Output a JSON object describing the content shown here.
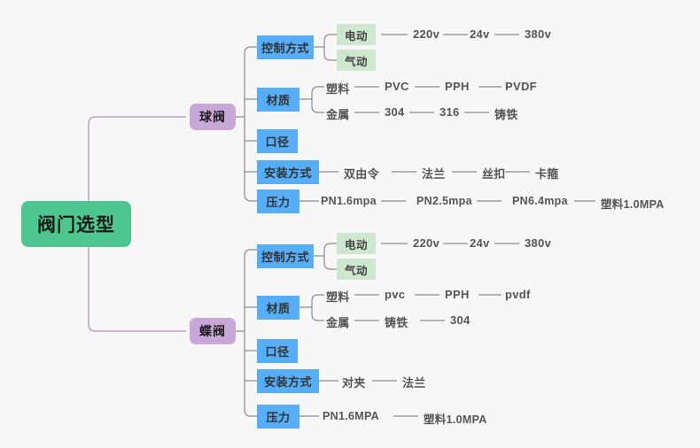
{
  "background": "#f7f7f7",
  "colors": {
    "root_bg": "#4ec68f",
    "branch_bg": "#c7a8d8",
    "category_bg": "#55aef7",
    "leaf_green_bg": "#cde8cf",
    "connector_root": "#c0a0d0",
    "connector_gray": "#8a8a8a",
    "text_dark": "#1b1b1b",
    "text_gray": "#555555"
  },
  "root": {
    "label": "阀门选型"
  },
  "branches": [
    {
      "label": "球阀",
      "categories": [
        {
          "label": "控制方式",
          "leaves": [
            {
              "label": "电动",
              "boxed": true,
              "items": [
                "220v",
                "24v",
                "380v"
              ]
            },
            {
              "label": "气动",
              "boxed": true,
              "items": []
            }
          ]
        },
        {
          "label": "材质",
          "leaves": [
            {
              "label": "塑料",
              "boxed": false,
              "items": [
                "PVC",
                "PPH",
                "PVDF"
              ]
            },
            {
              "label": "金属",
              "boxed": false,
              "items": [
                "304",
                "316",
                "铸铁"
              ]
            }
          ]
        },
        {
          "label": "口径",
          "leaves": []
        },
        {
          "label": "安装方式",
          "inline_items": [
            "双由令",
            "法兰",
            "丝扣",
            "卡箍"
          ]
        },
        {
          "label": "压力",
          "inline_items": [
            "PN1.6mpa",
            "PN2.5mpa",
            "PN6.4mpa",
            "塑料1.0MPA"
          ]
        }
      ]
    },
    {
      "label": "蝶阀",
      "categories": [
        {
          "label": "控制方式",
          "leaves": [
            {
              "label": "电动",
              "boxed": true,
              "items": [
                "220v",
                "24v",
                "380v"
              ]
            },
            {
              "label": "气动",
              "boxed": true,
              "items": []
            }
          ]
        },
        {
          "label": "材质",
          "leaves": [
            {
              "label": "塑料",
              "boxed": false,
              "items": [
                "pvc",
                "PPH",
                "pvdf"
              ]
            },
            {
              "label": "金属",
              "boxed": false,
              "items": [
                "铸铁",
                "304"
              ]
            }
          ]
        },
        {
          "label": "口径",
          "leaves": []
        },
        {
          "label": "安装方式",
          "inline_items": [
            "对夹",
            "法兰"
          ]
        },
        {
          "label": "压力",
          "inline_items": [
            "PN1.6MPA",
            "塑料1.0MPA"
          ]
        }
      ]
    }
  ]
}
